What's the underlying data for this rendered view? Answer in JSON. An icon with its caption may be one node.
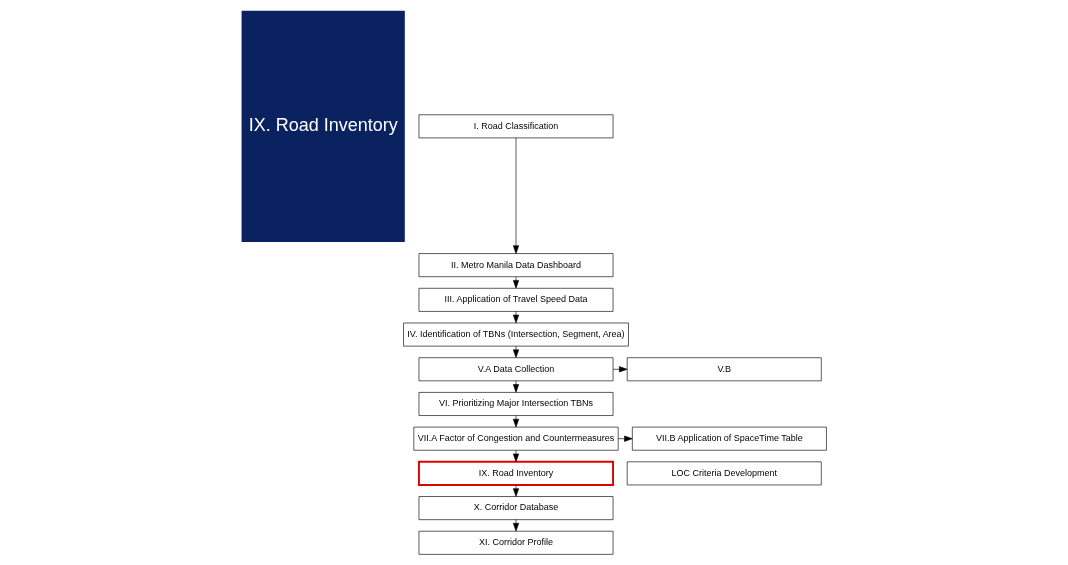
{
  "diagram": {
    "nodes": [
      {
        "text": [
          "IX. Road Inventory"
        ]
      },
      {
        "text": [
          "I. Road Classification"
        ]
      },
      {
        "text": [
          "II. Metro Manila Data Dashboard"
        ]
      },
      {
        "text": [
          "III. Application of Travel Speed Data"
        ]
      },
      {
        "text": [
          "IV. Identification of TBNs (Intersection, Segment, Area)"
        ]
      },
      {
        "text": [
          "V.A Data Collection"
        ]
      },
      {
        "text": [
          "V.B"
        ]
      },
      {
        "text": [
          "VI. Prioritizing Major Intersection TBNs"
        ]
      },
      {
        "text": [
          "VII.A Factor of Congestion and Countermeasures"
        ]
      },
      {
        "text": [
          "VII.B Application of SpaceTime Table"
        ]
      },
      {
        "text": [
          "IX. Road Inventory"
        ]
      },
      {
        "text": [
          "LOC Criteria Development"
        ]
      },
      {
        "text": [
          "X. Corridor Database"
        ]
      },
      {
        "text": [
          "XI. Corridor Profile"
        ]
      }
    ],
    "edges": [
      {
        "from": 1,
        "to": 2,
        "arrow": "to"
      },
      {
        "from": 2,
        "to": 3,
        "arrow": "to"
      },
      {
        "from": 3,
        "to": 4,
        "arrow": "to"
      },
      {
        "from": 4,
        "to": 5,
        "arrow": "to"
      },
      {
        "from": 5,
        "to": 6,
        "arrow": "to"
      },
      {
        "from": 5,
        "to": 7,
        "arrow": "to"
      },
      {
        "from": 7,
        "to": 8,
        "arrow": "to"
      },
      {
        "from": 8,
        "to": 9,
        "arrow": "to"
      },
      {
        "from": 8,
        "to": 10,
        "arrow": "to"
      },
      {
        "from": 10,
        "to": 12,
        "arrow": "to"
      },
      {
        "from": 12,
        "to": 13,
        "arrow": "to"
      }
    ]
  }
}
